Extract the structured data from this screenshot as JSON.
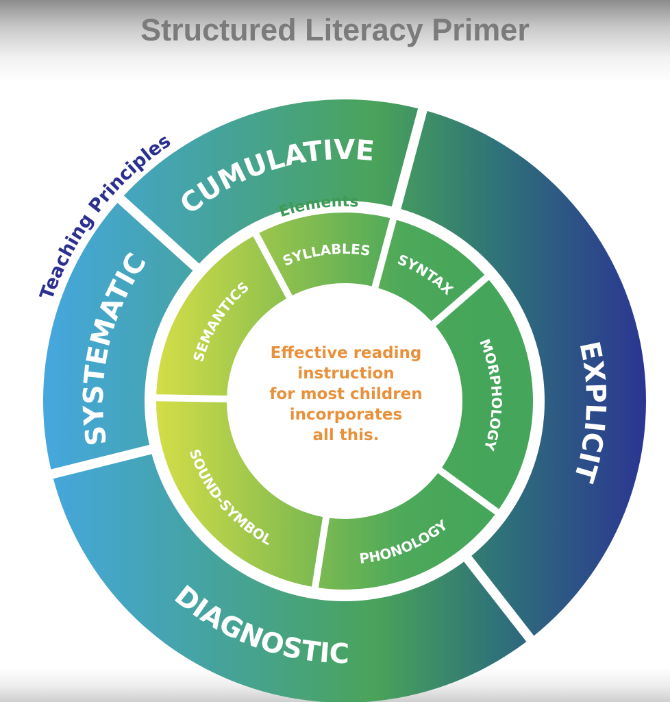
{
  "title": "Structured Literacy Primer",
  "outer_ring": {
    "caption": "Teaching Principles",
    "caption_color": "#2b2f8f",
    "segments": [
      {
        "label": "CUMULATIVE"
      },
      {
        "label": "EXPLICIT"
      },
      {
        "label": "DIAGNOSTIC"
      },
      {
        "label": "SYSTEMATIC"
      }
    ],
    "gradient_colors": [
      "#45a7e0",
      "#4ba58a",
      "#4aa35a",
      "#2e6b7e",
      "#2b3593"
    ]
  },
  "inner_ring": {
    "caption": "Elements",
    "caption_color": "#3f9a55",
    "segments": [
      {
        "label": "SEMANTICS"
      },
      {
        "label": "SYLLABLES"
      },
      {
        "label": "SYNTAX"
      },
      {
        "label": "MORPHOLOGY"
      },
      {
        "label": "PHONOLOGY"
      },
      {
        "label": "SOUND-SYMBOL"
      }
    ],
    "gradient_colors": [
      "#cfdc4a",
      "#8cc04e",
      "#4aa75a"
    ]
  },
  "center": {
    "lines": [
      "Effective reading",
      "instruction",
      "for most children",
      "incorporates",
      "all this."
    ],
    "color": "#e8913c"
  }
}
